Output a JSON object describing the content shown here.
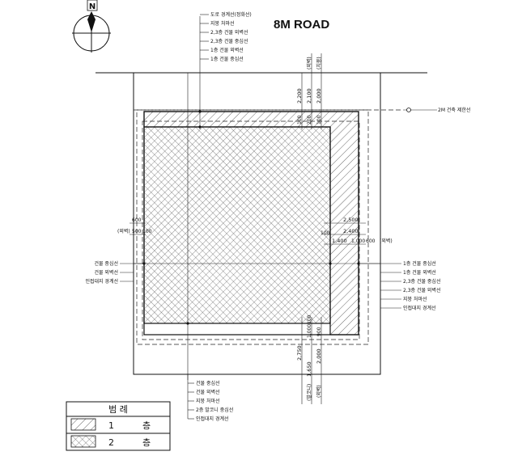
{
  "north": "N",
  "road": "8M ROAD",
  "setback_label": "2M 건축 제한선",
  "top_callouts": [
    "도로 경계선(정화선)",
    "지붕 처마선",
    "2,3층 건물 외벽선",
    "2,3층 건물 중심선",
    "1층 건물 외벽선",
    "1층 건물 중심선"
  ],
  "left_callouts": [
    "건물 중심선",
    "건물 외벽선",
    "인접대지 경계선"
  ],
  "right_callouts": [
    "1층 건물 중심선",
    "1층 건물 외벽선",
    "2,3층 건물 중심선",
    "2,3층 건물 외벽선",
    "지붕 처마선",
    "인접대지 경계선"
  ],
  "bottom_callouts": [
    "건물 중심선",
    "건물 외벽선",
    "지붕 처마선",
    "2층 발코니 중심선",
    "인접대지 경계선"
  ],
  "dims": {
    "top": {
      "d2200": "2,200",
      "d2100": "2,100",
      "d2000": "2,000",
      "paren_left": "(외벽)",
      "paren_right": "(지붕)",
      "d100": "100",
      "d200": "200",
      "d100b": "100"
    },
    "left": {
      "d600": "600",
      "paren": "(외벽)",
      "d500": "500",
      "d100": "100"
    },
    "right": {
      "d2500": "2,500",
      "d2400": "2,400",
      "d100": "100",
      "d1400": "1,400",
      "d1000": "1,000",
      "d600": "600",
      "paren": "(외벽)"
    },
    "bottom": {
      "d2750": "2,750",
      "d1650": "1,650",
      "d1000": "1,000",
      "d100": "100",
      "d900": "900",
      "d2000": "2,000",
      "paren_left": "(발코니)",
      "paren_right": "(외벽)"
    }
  },
  "legend": {
    "title": "범 례",
    "rows": [
      {
        "num": "1",
        "unit": "층"
      },
      {
        "num": "2",
        "unit": "층"
      }
    ]
  }
}
